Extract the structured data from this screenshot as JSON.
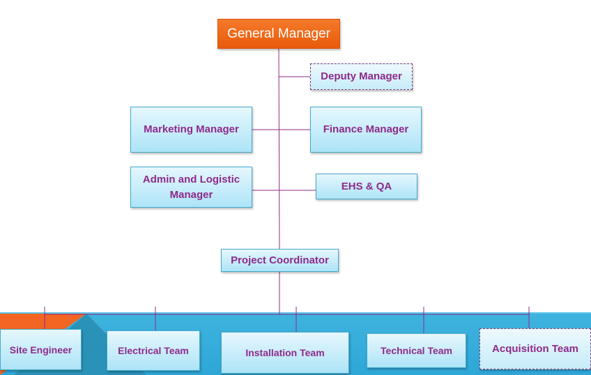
{
  "chart": {
    "general_manager": "General Manager",
    "deputy_manager": "Deputy Manager",
    "marketing_manager": "Marketing Manager",
    "finance_manager": "Finance Manager",
    "admin_logistic_manager": "Admin  and Logistic Manager",
    "ehs_qa": "EHS & QA",
    "project_coordinator": "Project Coordinator",
    "teams": {
      "site_engineer": "Site Engineer",
      "electrical_team": "Electrical Team",
      "installation_team": "Installation  Team",
      "technical_team": "Technical Team",
      "acquisition_team": "Acquisition Team"
    }
  },
  "colors": {
    "node_text": "#8e2a8a",
    "node_fill_top": "#e6f7fd",
    "node_fill_bottom": "#ade4f7",
    "node_border": "#43a9cc",
    "general_manager_fill": "#f47a2a",
    "connector": "#8e2a8a",
    "band": "#3fb3de",
    "accent_orange": "#f26522",
    "accent_teal": "#2a92b8"
  }
}
